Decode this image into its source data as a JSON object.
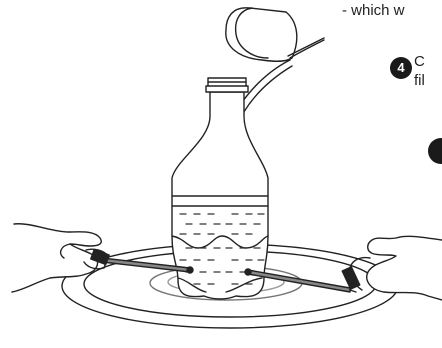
{
  "caption": "- which w",
  "step": {
    "number": "4",
    "line1": "C",
    "line2": "fil"
  },
  "icons": [
    "cup-icon",
    "bottle-icon",
    "plate-icon",
    "hand-icon",
    "probe-icon"
  ]
}
